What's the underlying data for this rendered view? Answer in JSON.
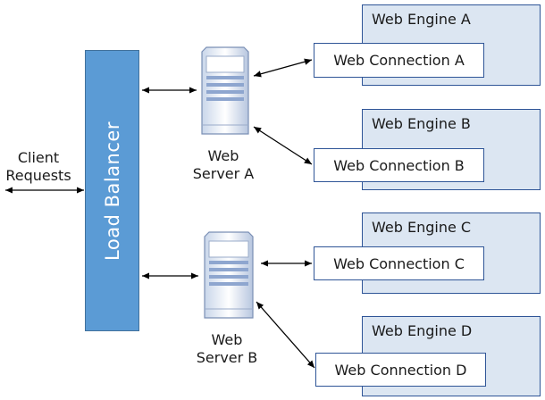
{
  "client": {
    "line1": "Client",
    "line2": "Requests"
  },
  "load_balancer": {
    "label": "Load Balancer"
  },
  "servers": [
    {
      "line1": "Web",
      "line2": "Server A"
    },
    {
      "line1": "Web",
      "line2": "Server B"
    }
  ],
  "engines": [
    {
      "engine": "Web Engine A",
      "connection": "Web Connection A"
    },
    {
      "engine": "Web Engine B",
      "connection": "Web Connection B"
    },
    {
      "engine": "Web Engine C",
      "connection": "Web Connection C"
    },
    {
      "engine": "Web Engine D",
      "connection": "Web Connection D"
    }
  ],
  "colors": {
    "balancer": "#5b9bd5",
    "engine_fill": "#dce6f2",
    "border": "#2f5597"
  }
}
